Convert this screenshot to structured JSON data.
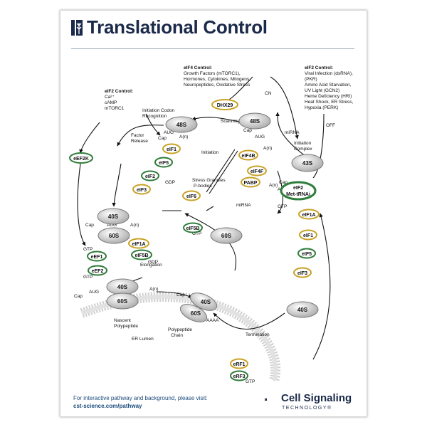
{
  "title": "Translational Control",
  "footer": {
    "line1": "For interactive pathway and background, please visit:",
    "url": "cst-science.com/pathway"
  },
  "logo": {
    "name": "Cell Signaling",
    "tagline": "TECHNOLOGY®"
  },
  "colors": {
    "title": "#1b2a4a",
    "gold": "#c9a227",
    "green": "#2e7d3a",
    "ribosome": "#bdbdbd",
    "er": "#cfcfcf"
  },
  "annotations": {
    "eif2_left_title": "eIF2 Control:",
    "eif2_left_items": [
      "Ca²⁺",
      "cAMP",
      "mTORC1"
    ],
    "eif4_title": "eIF4 Control:",
    "eif4_items": [
      "Growth Factors (mTORC1),",
      "Hormones, Cytokines, Mitogens,",
      "Neuropeptides, Oxidative Stress"
    ],
    "eif2_right_title": "eIF2 Control:",
    "eif2_right_items": [
      "Viral Infection (dsRNA),",
      "(PKR)",
      "Amino Acid Starvation,",
      "UV Light (GCN2)",
      "Heme Deficiency (HRI)",
      "Heat Shock, ER Stress,",
      "Hypoxia (PERK)"
    ],
    "cn": "CN",
    "off": "OFF",
    "mirna_top": "miRNA",
    "mirna_mid": "miRNA",
    "initiation_codon": [
      "Initiation Codon",
      "Recognition"
    ],
    "scanning": "Scanning",
    "factor_release": [
      "Factor",
      "Release"
    ],
    "initiation": "Initiation",
    "initiation_complex": [
      "Initiation",
      "Complex"
    ],
    "stress_granules": [
      "Stress Granules",
      "P-bodies"
    ],
    "elongation": "Elongation",
    "termination": "Termination",
    "er_lumen": "ER Lumen",
    "nascent": [
      "Nascent",
      "Polypeptide"
    ],
    "polypeptide_chain": [
      "Polypeptide",
      "Chain"
    ],
    "cap": "Cap",
    "aug": "AUG",
    "an": "A(n)",
    "gdp": "GDP",
    "gtp": "GTP",
    "aaaa": "AAAA"
  },
  "ribosomes": {
    "r48s_a": "48S",
    "r48s_b": "48S",
    "r43s": "43S",
    "r40s_a": "40S",
    "r60s_a": "60S",
    "r60s_b": "60S",
    "r40s_b": "40S",
    "r60s_c": "60S",
    "r40s_c": "40S",
    "r60s_d": "60S",
    "r40s_d": "40S"
  },
  "factors": {
    "dhx29": "DHX29",
    "eif1_a": "eIF1",
    "eif5_a": "eIF5",
    "eif2_a": "eIF2",
    "eif3_a": "eIF3",
    "eif4b": "eIF4B",
    "eif4f": "eIF4F",
    "pabp": "PABP",
    "eif2_met": [
      "eIF2",
      "Met-tRNAi"
    ],
    "eif6": "eIF6",
    "eif5b": "eIF5B",
    "eef2k": "eEF2K",
    "eif1a_a": "eIF1A",
    "eif5b_b": "eIF5B",
    "eef1": "eEF1",
    "eef2": "eEF2",
    "eif1a_b": "eIF1A",
    "eif1_b": "eIF1",
    "eif5_b": "eIF5",
    "eif3_b": "eIF3",
    "erf1": "eRF1",
    "erf3": "eRF3"
  }
}
